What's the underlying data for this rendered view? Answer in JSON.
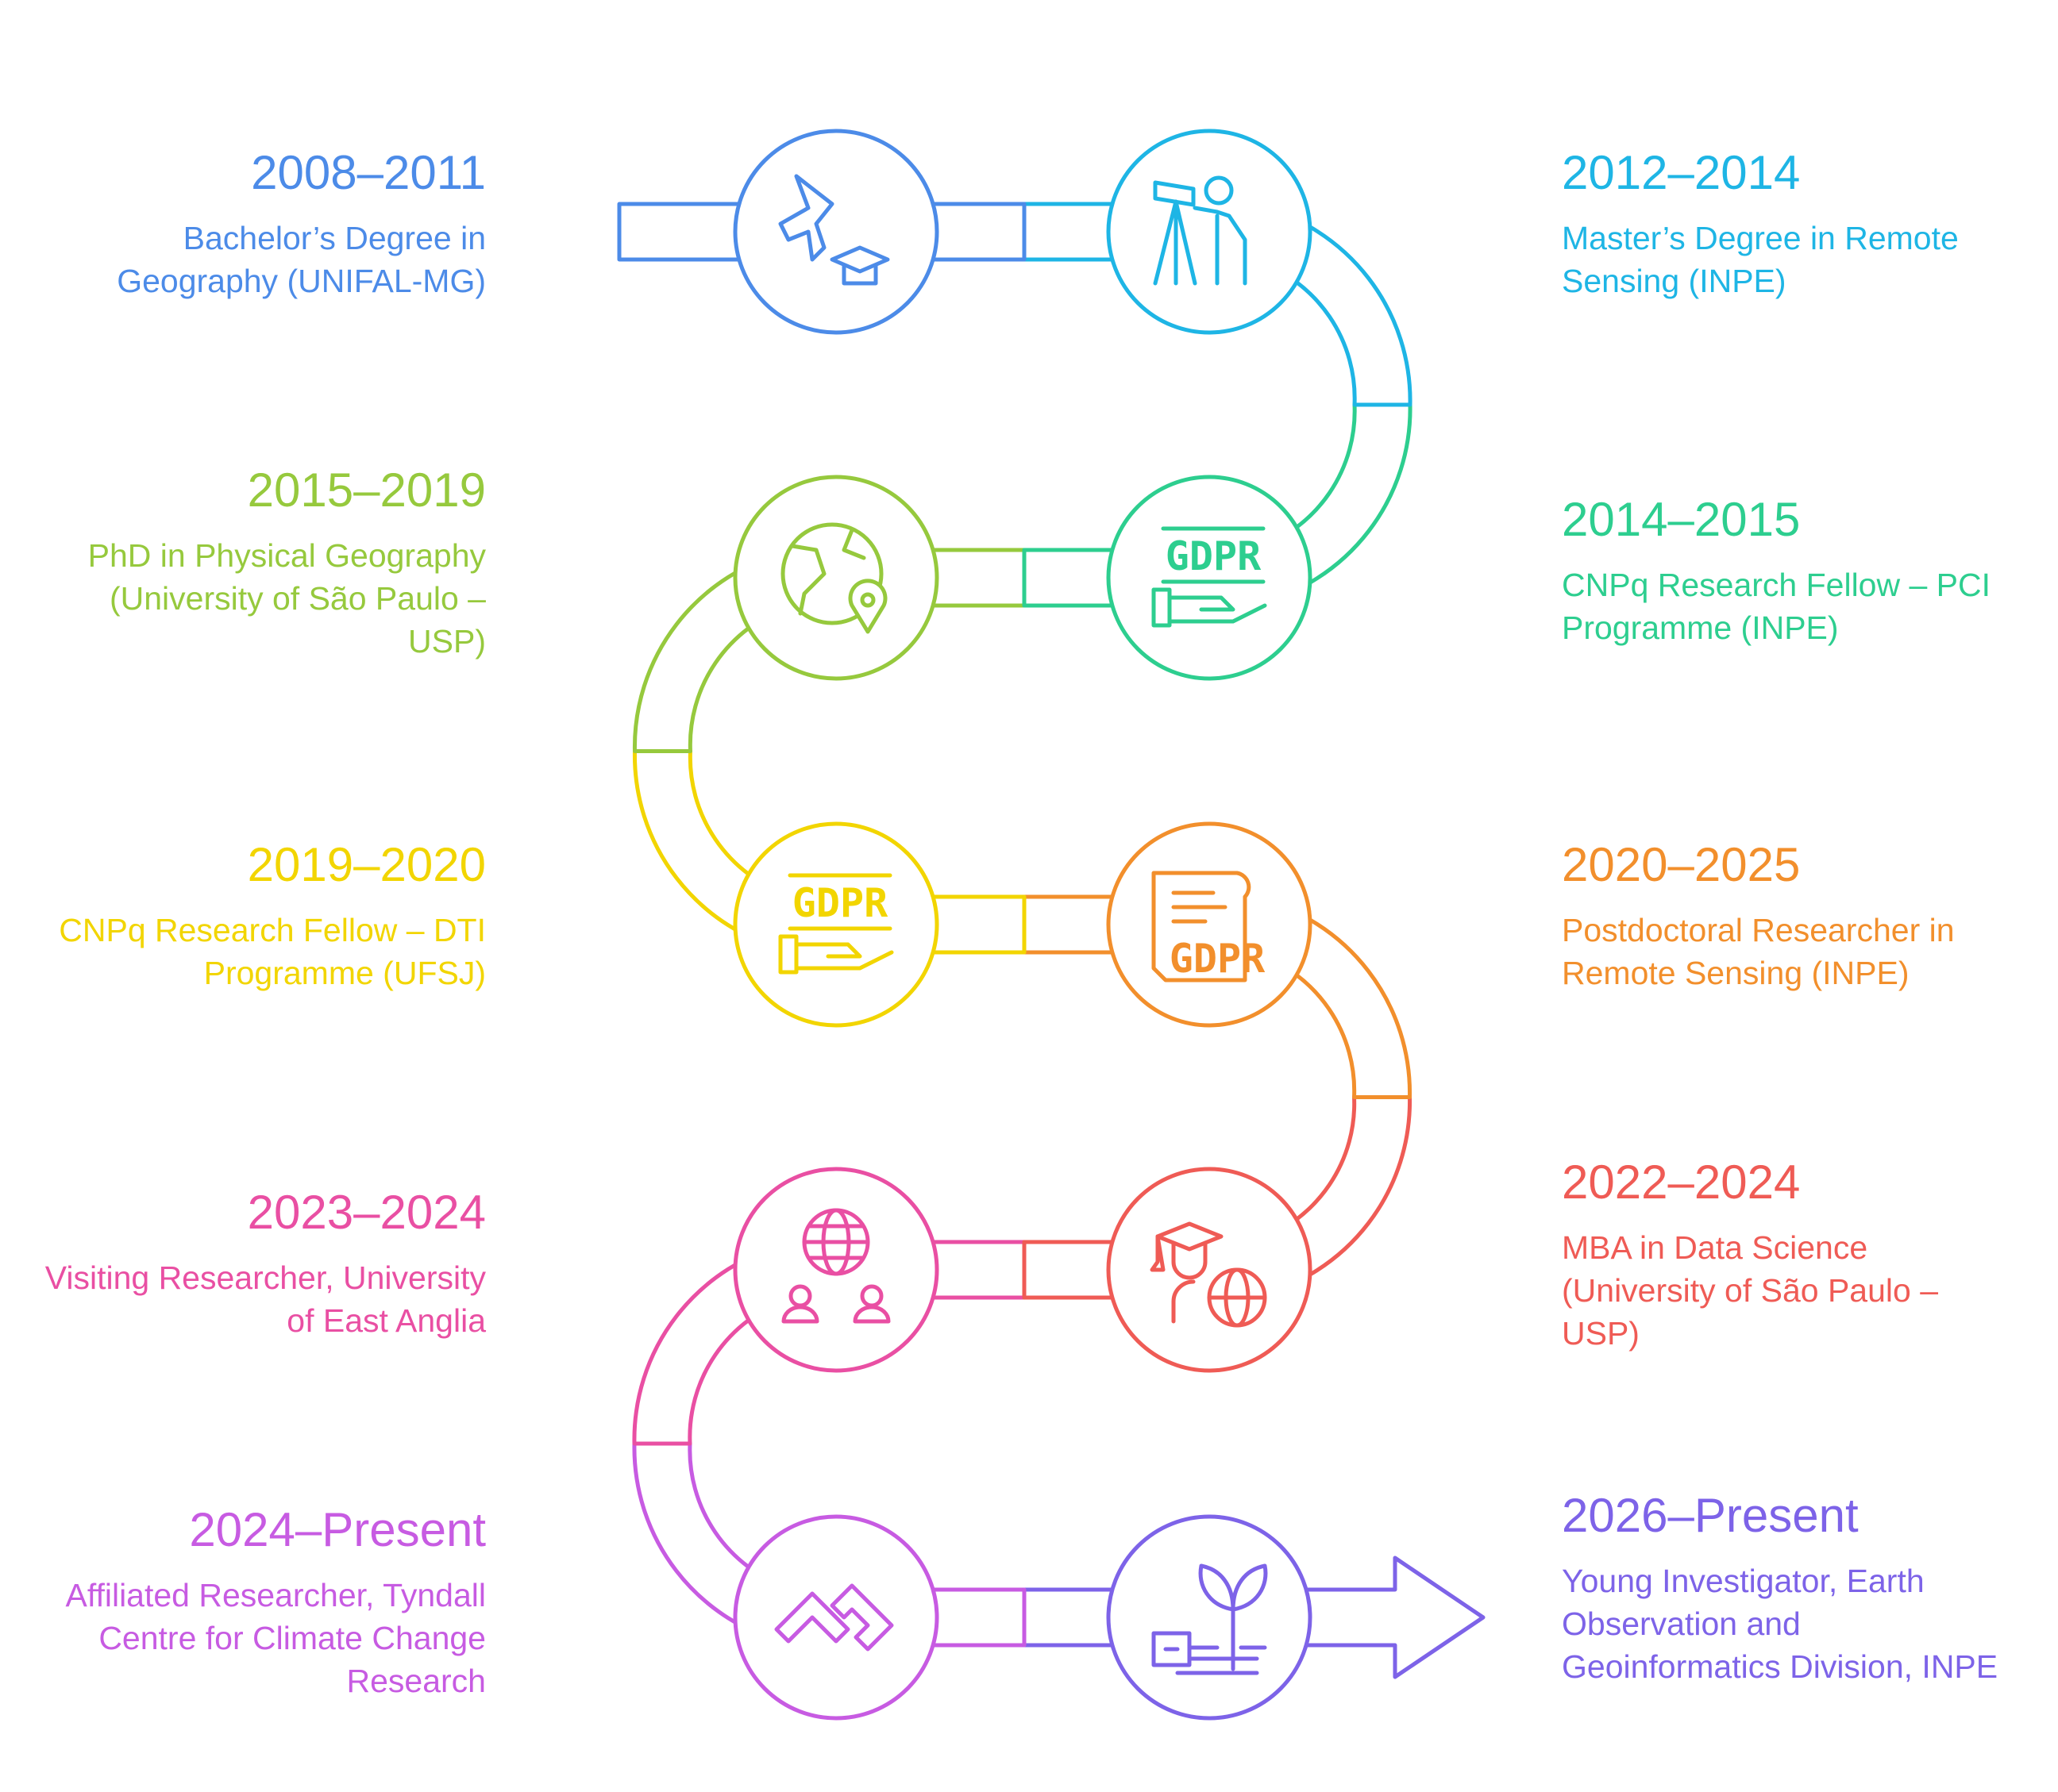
{
  "colors": [
    "#4C8BE8",
    "#1EB5E5",
    "#2DCE8F",
    "#96C93D",
    "#F2D500",
    "#F28F2C",
    "#EF5B55",
    "#E94FA3",
    "#C75BE2",
    "#7D63E8"
  ],
  "milestones": [
    {
      "period": "2008–2011",
      "description": "Bachelor’s Degree in Geography (UNIFAL-MG)",
      "side": "left",
      "color": "#4C8BE8",
      "icon": "horse-head-graduation-cap-icon"
    },
    {
      "period": "2012–2014",
      "description": "Master’s Degree in Remote Sensing (INPE)",
      "side": "right",
      "color": "#1EB5E5",
      "icon": "person-telescope-icon"
    },
    {
      "period": "2014–2015",
      "description": "CNPq Research Fellow – PCI Programme (INPE)",
      "side": "right",
      "color": "#2DCE8F",
      "icon": "gdpr-hand-icon",
      "icon_text": "GDPR"
    },
    {
      "period": "2015–2019",
      "description": "PhD in Physical Geography (University of São Paulo – USP)",
      "side": "left",
      "color": "#96C93D",
      "icon": "globe-location-pin-icon"
    },
    {
      "period": "2019–2020",
      "description": "CNPq Research Fellow – DTI Programme (UFSJ)",
      "side": "left",
      "color": "#F2D500",
      "icon": "gdpr-hand-icon",
      "icon_text": "GDPR"
    },
    {
      "period": "2020–2025",
      "description": "Postdoctoral Researcher in Remote Sensing (INPE)",
      "side": "right",
      "color": "#F28F2C",
      "icon": "gdpr-document-icon",
      "icon_text": "GDPR"
    },
    {
      "period": "2022–2024",
      "description": "MBA in Data Science (University of São Paulo – USP)",
      "side": "right",
      "color": "#EF5B55",
      "icon": "graduate-globe-icon"
    },
    {
      "period": "2023–2024",
      "description": "Visiting Researcher, University of East Anglia",
      "side": "left",
      "color": "#E94FA3",
      "icon": "globe-people-icon"
    },
    {
      "period": "2024–Present",
      "description": "Affiliated Researcher, Tyndall Centre for Climate Change Research",
      "side": "left",
      "color": "#C75BE2",
      "icon": "chevron-logo-icon"
    },
    {
      "period": "2026–Present",
      "description": "Young Investigator, Earth Observation and Geoinformatics Division, INPE",
      "side": "right",
      "color": "#7D63E8",
      "icon": "plant-sprout-icon"
    }
  ]
}
